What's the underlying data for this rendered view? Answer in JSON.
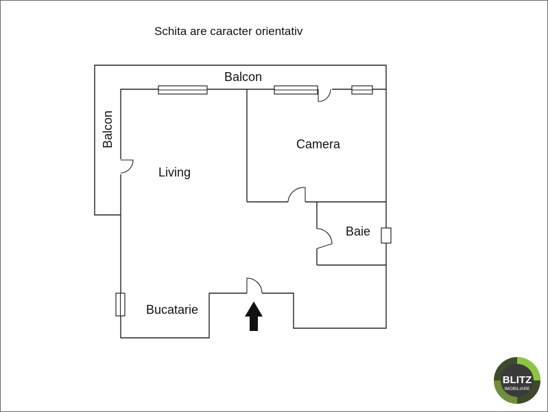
{
  "note": "Schita are caracter orientativ",
  "rooms": {
    "balcon_top": "Balcon",
    "balcon_side": "Balcon",
    "camera": "Camera",
    "living": "Living",
    "baie": "Baie",
    "bucatarie": "Bucatarie"
  },
  "logo": {
    "name": "BLITZ",
    "sub": "IMOBILIARE",
    "colors": {
      "ring": "#8cc63f",
      "ring_dark": "#3e4a2a",
      "center": "#3a3a3a",
      "text": "#ffffff"
    }
  },
  "colors": {
    "wall": "#222222",
    "text": "#111111",
    "border": "#6a6a6a"
  }
}
